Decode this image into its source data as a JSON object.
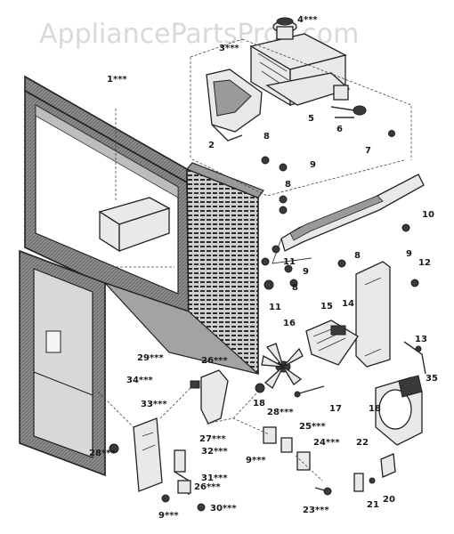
{
  "watermark": "AppliancePartsPros.com",
  "labels": [
    {
      "id": "p4",
      "text": "4***"
    },
    {
      "id": "p3",
      "text": "3***"
    },
    {
      "id": "p1",
      "text": "1***"
    },
    {
      "id": "p5",
      "text": "5"
    },
    {
      "id": "p6",
      "text": "6"
    },
    {
      "id": "p7",
      "text": "7"
    },
    {
      "id": "p2",
      "text": "2"
    },
    {
      "id": "p8a",
      "text": "8"
    },
    {
      "id": "p9a",
      "text": "9"
    },
    {
      "id": "p8b",
      "text": "8"
    },
    {
      "id": "p10",
      "text": "10"
    },
    {
      "id": "p9b",
      "text": "9"
    },
    {
      "id": "p8c",
      "text": "8"
    },
    {
      "id": "p11a",
      "text": "11"
    },
    {
      "id": "p9c",
      "text": "9"
    },
    {
      "id": "p8d",
      "text": "8"
    },
    {
      "id": "p12",
      "text": "12"
    },
    {
      "id": "p11b",
      "text": "11"
    },
    {
      "id": "p15",
      "text": "15"
    },
    {
      "id": "p14",
      "text": "14"
    },
    {
      "id": "p16",
      "text": "16"
    },
    {
      "id": "p13",
      "text": "13"
    },
    {
      "id": "p35",
      "text": "35"
    },
    {
      "id": "p29",
      "text": "29***"
    },
    {
      "id": "p26a",
      "text": "26***"
    },
    {
      "id": "p34",
      "text": "34***"
    },
    {
      "id": "p18a",
      "text": "18"
    },
    {
      "id": "p17",
      "text": "17"
    },
    {
      "id": "p18b",
      "text": "18"
    },
    {
      "id": "p33",
      "text": "33***"
    },
    {
      "id": "p28a",
      "text": "28***"
    },
    {
      "id": "p25",
      "text": "25***"
    },
    {
      "id": "p27",
      "text": "27***"
    },
    {
      "id": "p24",
      "text": "24***"
    },
    {
      "id": "p32",
      "text": "32***"
    },
    {
      "id": "p9d",
      "text": "9***"
    },
    {
      "id": "p22",
      "text": "22"
    },
    {
      "id": "p28b",
      "text": "28***"
    },
    {
      "id": "p31",
      "text": "31***"
    },
    {
      "id": "p26b",
      "text": "26***"
    },
    {
      "id": "p20",
      "text": "20"
    },
    {
      "id": "p21",
      "text": "21"
    },
    {
      "id": "p30",
      "text": "30***"
    },
    {
      "id": "p23",
      "text": "23***"
    },
    {
      "id": "p9e",
      "text": "9***"
    }
  ]
}
